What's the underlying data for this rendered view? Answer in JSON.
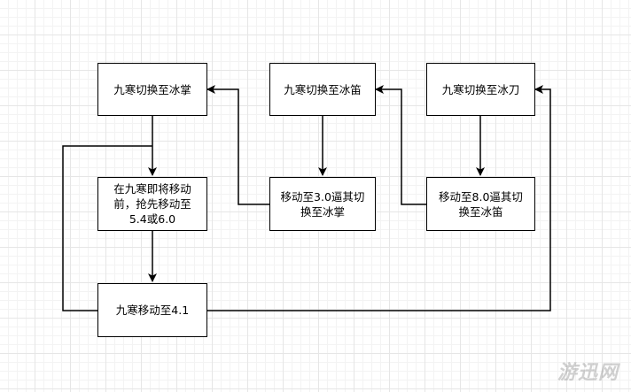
{
  "nodes": {
    "to_bingzhang": "九寒切换至冰掌",
    "to_bingdi": "九寒切换至冰笛",
    "to_bingdao": "九寒切换至冰刀",
    "pre_move": "在九寒即将移动前，抢先移动至\n5.4或6.0",
    "move_3_0": "移动至3.0逼其切\n换至冰掌",
    "move_8_0": "移动至8.0逼其切\n换至冰笛",
    "move_4_1": "九寒移动至4.1"
  },
  "watermark": "游迅网"
}
